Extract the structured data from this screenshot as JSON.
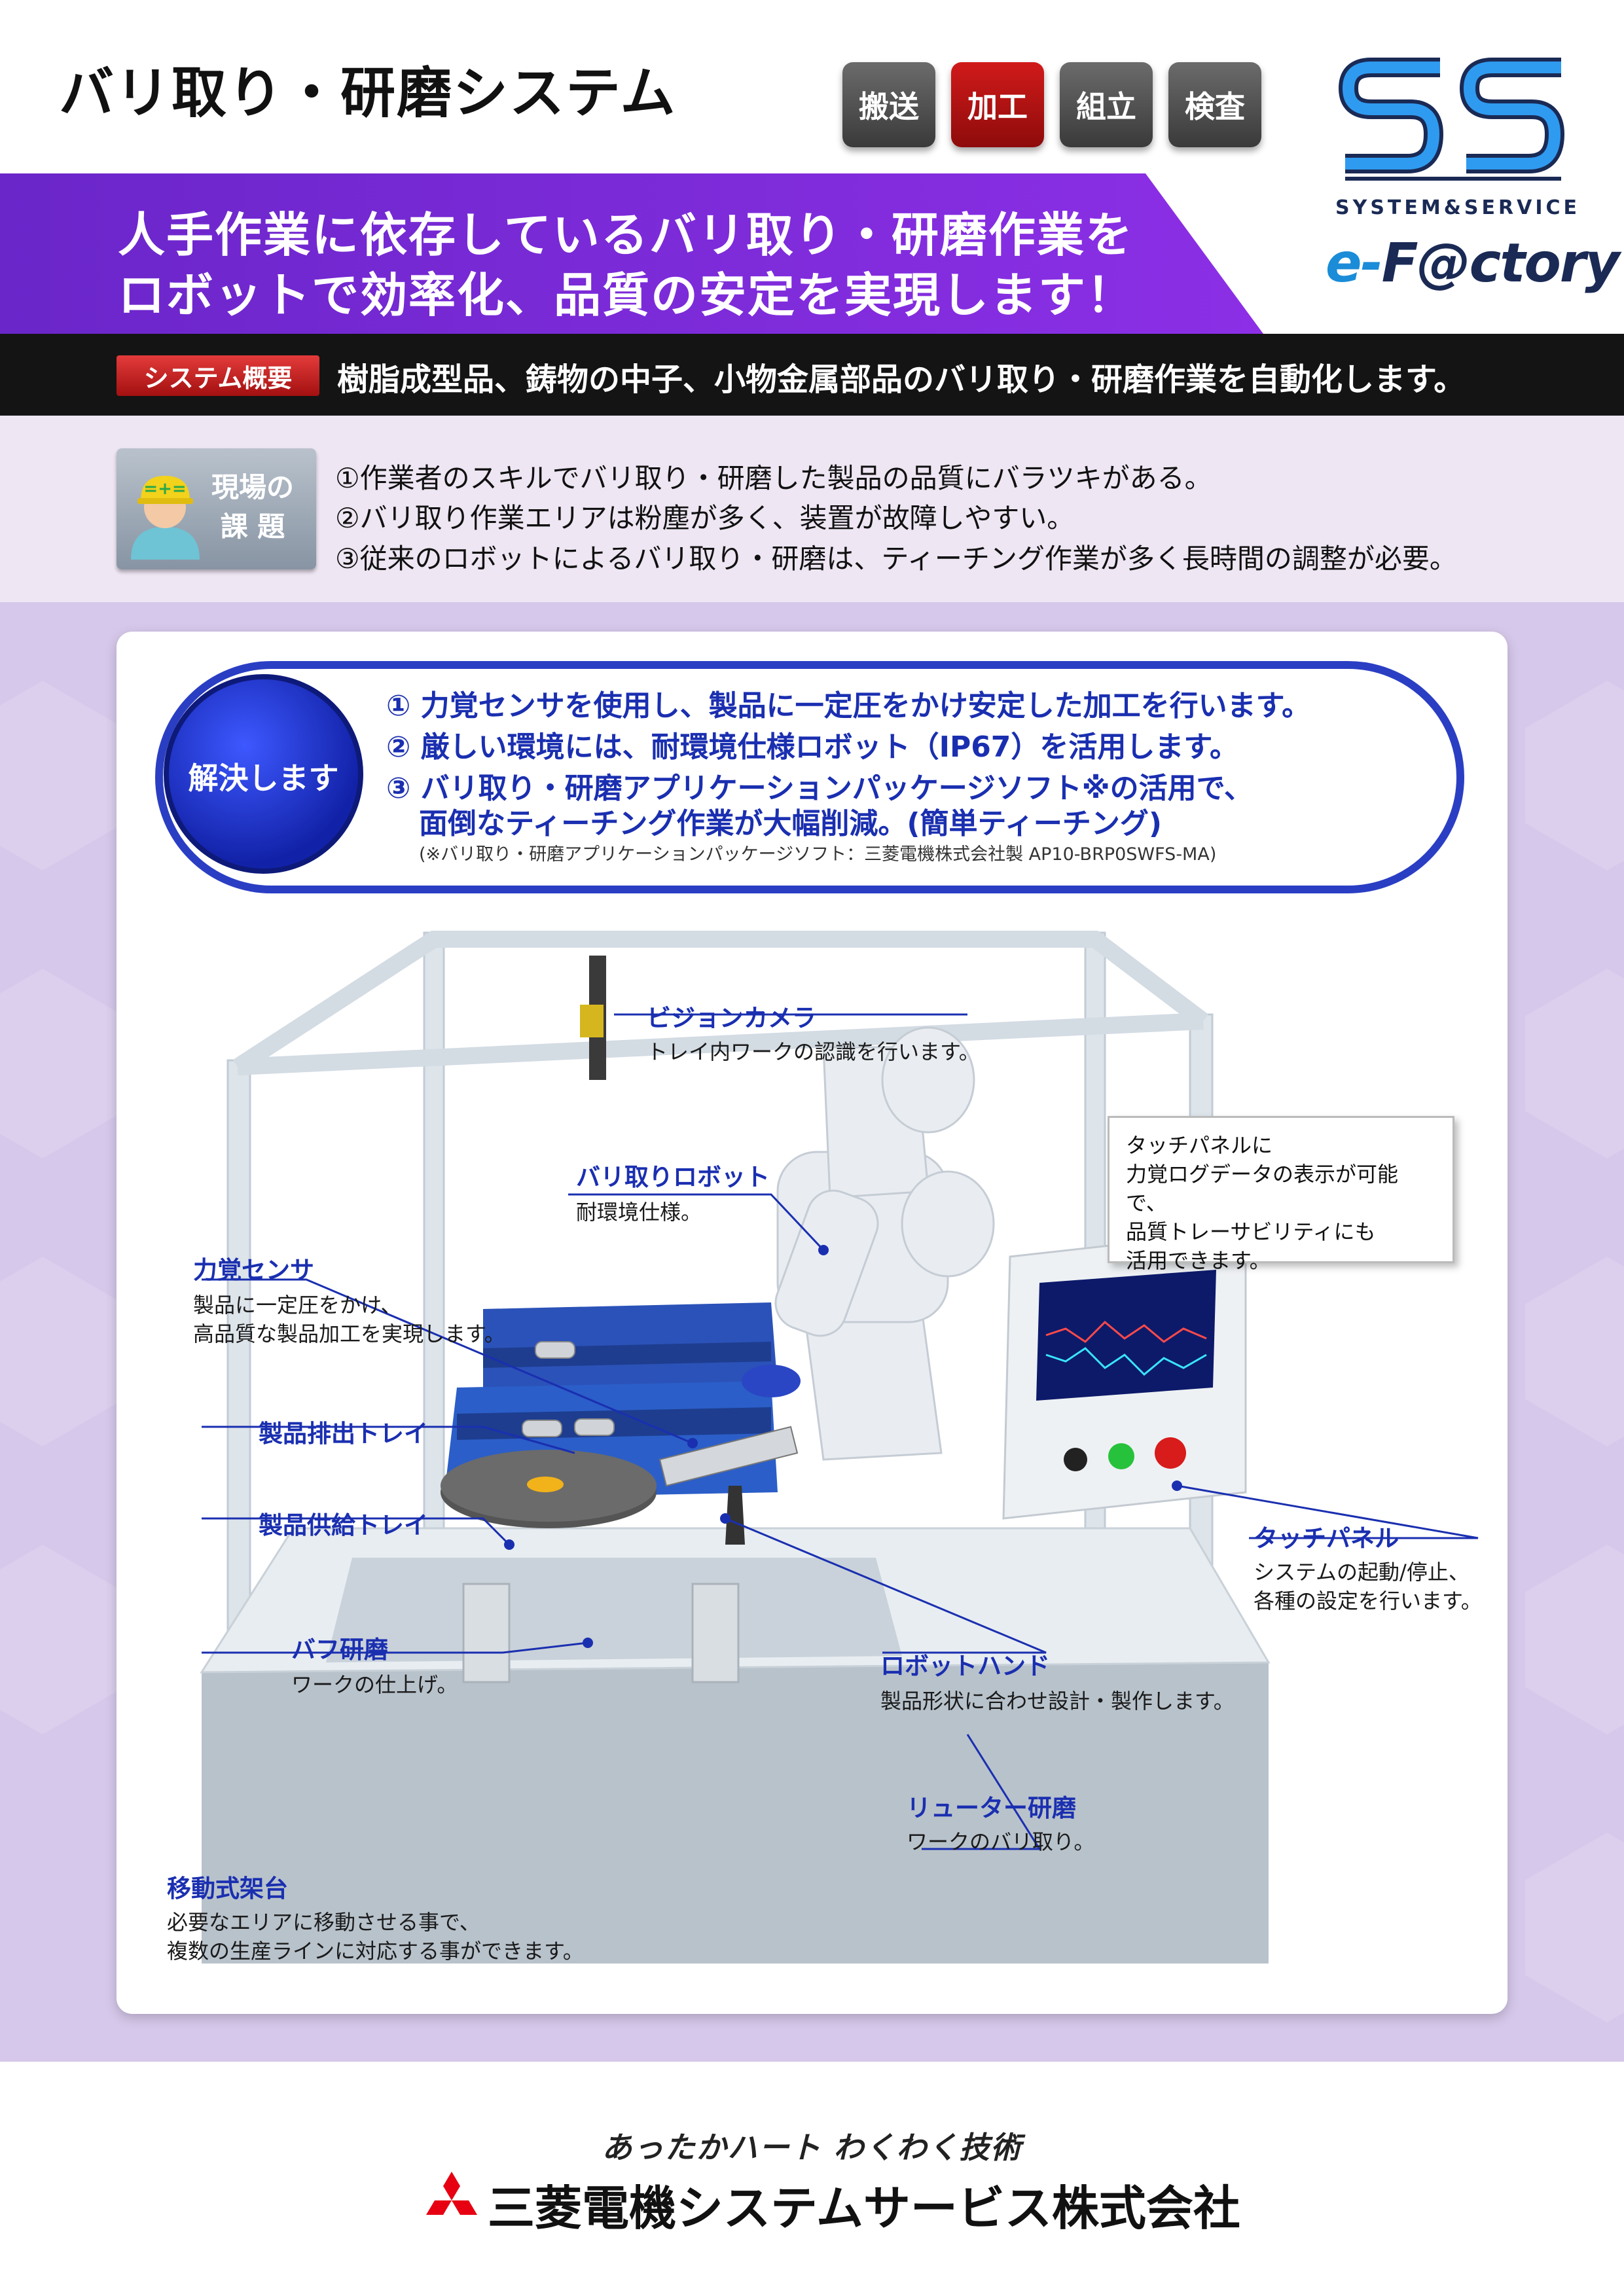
{
  "header": {
    "title": "バリ取り・研磨システム",
    "categories": [
      {
        "label": "搬送",
        "active": false
      },
      {
        "label": "加工",
        "active": true
      },
      {
        "label": "組立",
        "active": false
      },
      {
        "label": "検査",
        "active": false
      }
    ],
    "logo_text": "SYSTEM&SERVICE",
    "efactory_e": "e-",
    "efactory_rest": "F@ctory"
  },
  "banner": {
    "line1": "人手作業に依存しているバリ取り・研磨作業を",
    "line2": "ロボットで効率化、品質の安定を実現します！"
  },
  "overview": {
    "badge": "システム概要",
    "text": "樹脂成型品、鋳物の中子、小物金属部品のバリ取り・研磨作業を自動化します。"
  },
  "problems": {
    "badge_line1": "現場の",
    "badge_line2": "課 題",
    "items": [
      "①作業者のスキルでバリ取り・研磨した製品の品質にバラツキがある。",
      "②バリ取り作業エリアは粉塵が多く、装置が故障しやすい。",
      "③従来のロボットによるバリ取り・研磨は、ティーチング作業が多く長時間の調整が必要。"
    ]
  },
  "solution": {
    "badge": "解決します",
    "lines": [
      "① 力覚センサを使用し、製品に一定圧をかけ安定した加工を行います。",
      "② 厳しい環境には、耐環境仕様ロボット（IP67）を活用します。",
      "③ バリ取り・研磨アプリケーションパッケージソフト※の活用で、",
      "面倒なティーチング作業が大幅削減。(簡単ティーチング)"
    ],
    "note": "(※バリ取り・研磨アプリケーションパッケージソフト：三菱電機株式会社製 AP10-BRP0SWFS-MA)"
  },
  "labels": {
    "camera_title": "ビジョンカメラ",
    "camera_desc": "トレイ内ワークの認識を行います。",
    "robot_title": "バリ取りロボット",
    "robot_desc": "耐環境仕様。",
    "force_title": "力覚センサ",
    "force_desc1": "製品に一定圧をかけ、",
    "force_desc2": "高品質な製品加工を実現します。",
    "out_tray_title": "製品排出トレイ",
    "in_tray_title": "製品供給トレイ",
    "buff_title": "バフ研磨",
    "buff_desc": "ワークの仕上げ。",
    "hand_title": "ロボットハンド",
    "hand_desc": "製品形状に合わせ設計・製作します。",
    "router_title": "リューター研磨",
    "router_desc": "ワークのバリ取り。",
    "panel_title": "タッチパネル",
    "panel_desc1": "システムの起動/停止、",
    "panel_desc2": "各種の設定を行います。",
    "stand_title": "移動式架台",
    "stand_desc1": "必要なエリアに移動させる事で、",
    "stand_desc2": "複数の生産ラインに対応する事ができます。"
  },
  "callout": {
    "line1": "タッチパネルに",
    "line2": "力覚ログデータの表示が可能で、",
    "line3": "品質トレーサビリティにも",
    "line4": "活用できます。"
  },
  "footer": {
    "slogan": "あったかハート わくわく技術",
    "company": "三菱電機システムサービス株式会社"
  },
  "colors": {
    "banner": "#7b2bd8",
    "accent_blue": "#1a2fb0",
    "active_red": "#c41414",
    "lavender": "#d6c8ea"
  }
}
